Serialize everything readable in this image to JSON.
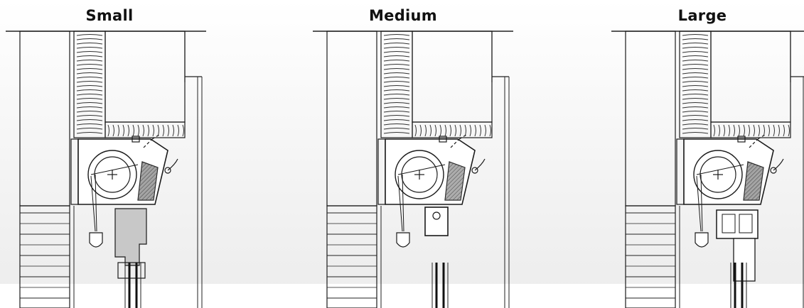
{
  "panels": [
    {
      "title": "Small",
      "fill_color": "#5a5a5a",
      "profile": "wood"
    },
    {
      "title": "Medium",
      "fill_color": "#6a6a6a",
      "profile": "steel"
    },
    {
      "title": "Large",
      "fill_color": "#5a5a5a",
      "profile": "aluminium"
    }
  ]
}
